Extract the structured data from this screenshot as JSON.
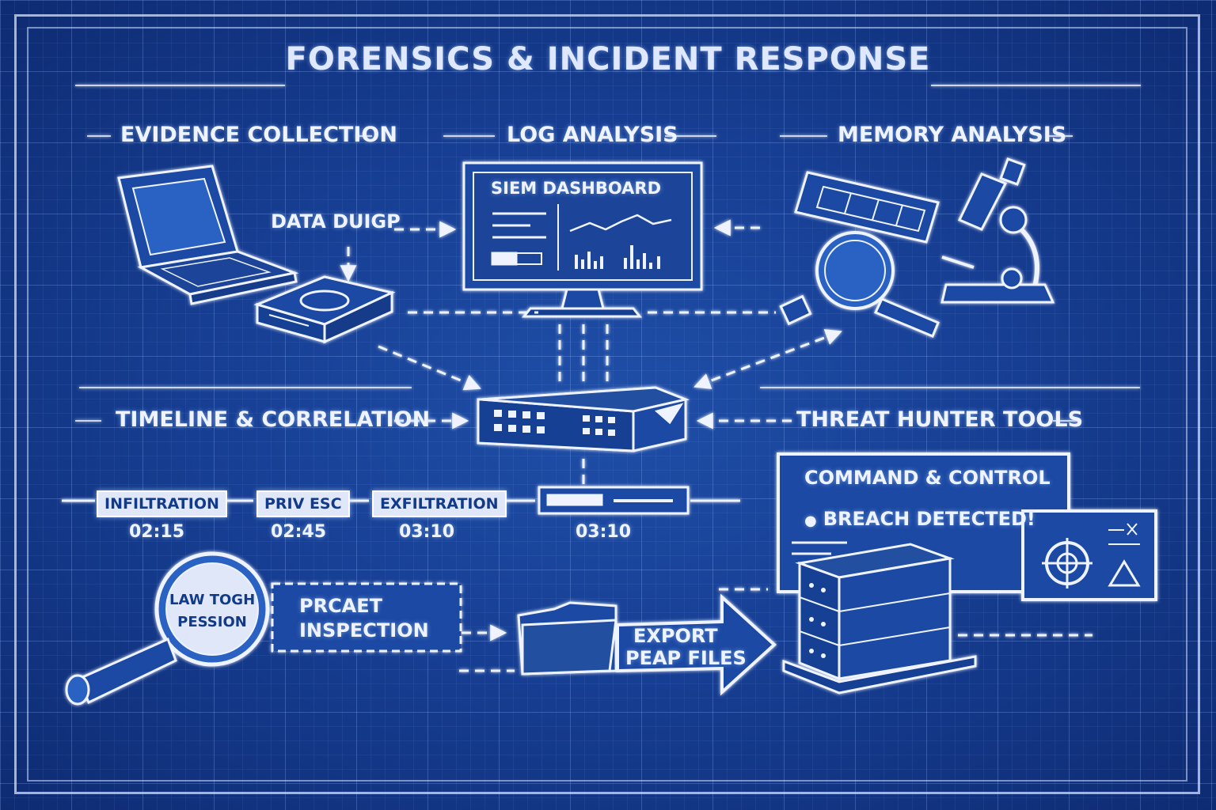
{
  "title": "FORENSICS & INCIDENT RESPONSE",
  "sections": {
    "evidence": "EVIDENCE COLLECTION",
    "log": "LOG ANALYSIS",
    "memory": "MEMORY ANALYSIS",
    "timeline": "TIMELINE & CORRELATION",
    "threat": "THREAT HUNTER TOOLS"
  },
  "labels": {
    "data_dump": "DATA DUIGP",
    "siem": "SIEM DASHBOARD",
    "c2": "COMMAND & CONTROL",
    "breach": "BREACH DETECTED!",
    "lens_line1": "LAW TOGH",
    "lens_line2": "PESSION",
    "packet_line1": "PRCAET",
    "packet_line2": "INSPECTION",
    "export_line1": "EXPORT",
    "export_line2": "PEAP FILES"
  },
  "timeline": [
    {
      "stage": "INFILTRATION",
      "time": "02:15"
    },
    {
      "stage": "PRIV ESC",
      "time": "02:45"
    },
    {
      "stage": "EXFILTRATION",
      "time": "03:10"
    },
    {
      "stage": "",
      "time": "03:10"
    }
  ],
  "colors": {
    "background": "#173f94",
    "line": "#eef3ff",
    "fill": "#1d4aa3"
  }
}
